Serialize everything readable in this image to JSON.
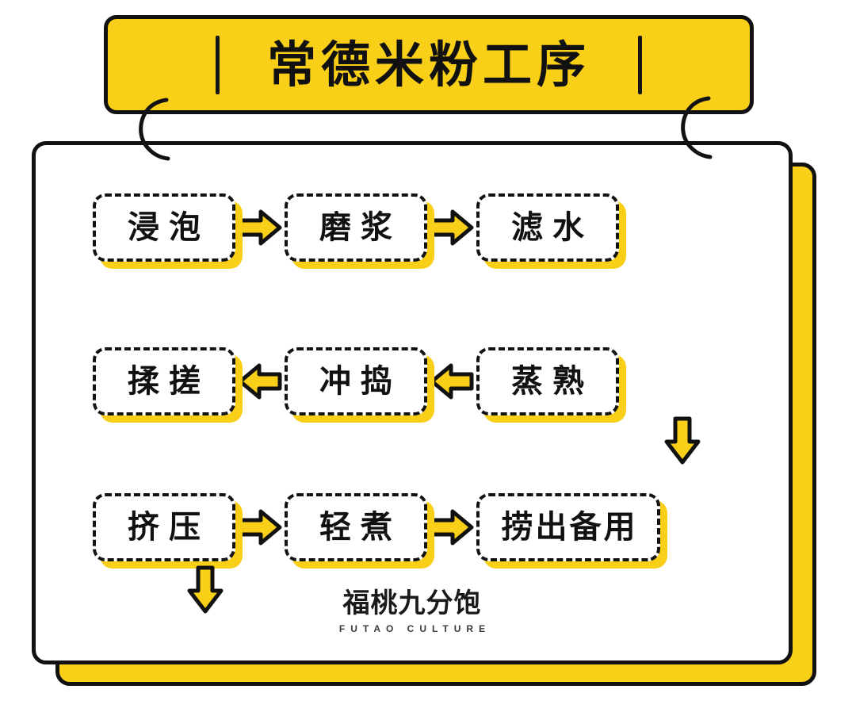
{
  "banner": {
    "title": "常德米粉工序",
    "left_tick": "tick",
    "right_tick": "tick"
  },
  "colors": {
    "yellow": "#F9CF17",
    "ink": "#111111",
    "paper": "#FFFFFF"
  },
  "flow": {
    "rows": [
      {
        "direction": "left-to-right",
        "steps": [
          {
            "label": "浸泡"
          },
          {
            "label": "磨浆"
          },
          {
            "label": "滤水"
          }
        ],
        "arrows": [
          "arrow-right-icon",
          "arrow-right-icon"
        ]
      },
      {
        "direction": "right-to-left",
        "steps": [
          {
            "label": "揉搓"
          },
          {
            "label": "冲捣"
          },
          {
            "label": "蒸熟"
          }
        ],
        "arrows": [
          "arrow-left-icon",
          "arrow-left-icon"
        ]
      },
      {
        "direction": "left-to-right",
        "steps": [
          {
            "label": "挤压"
          },
          {
            "label": "轻煮"
          },
          {
            "label": "捞出备用"
          }
        ],
        "arrows": [
          "arrow-right-icon",
          "arrow-right-icon"
        ]
      }
    ],
    "connectors": [
      {
        "name": "arrow-down-right-column",
        "icon": "arrow-down-icon",
        "from": "滤水",
        "to": "蒸熟"
      },
      {
        "name": "arrow-down-left-column",
        "icon": "arrow-down-icon",
        "from": "揉搓",
        "to": "挤压"
      }
    ]
  },
  "footer": {
    "brand_cn": "福桃九分饱",
    "brand_en": "FUTAO CULTURE"
  }
}
